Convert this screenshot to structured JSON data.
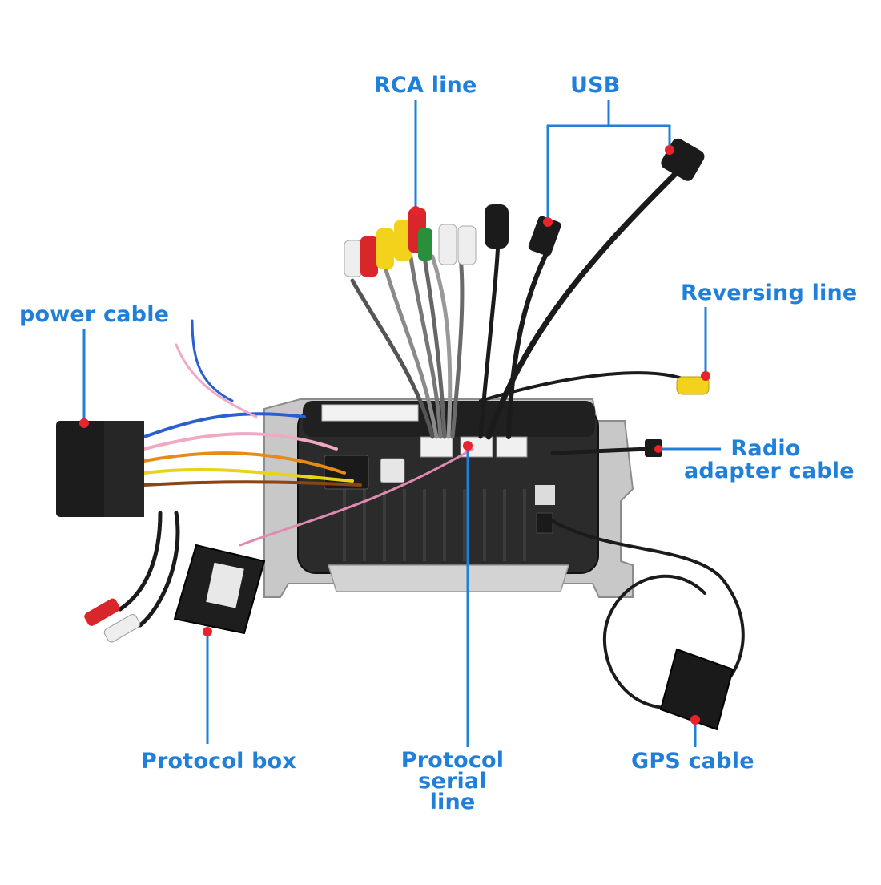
{
  "labels": {
    "rca_line": "RCA line",
    "usb": "USB",
    "power_cable": "power cable",
    "reversing_line": "Reversing line",
    "radio_adapter_cable_line1": "Radio",
    "radio_adapter_cable_line2": "adapter cable",
    "protocol_box": "Protocol box",
    "protocol_serial_line_line1": "Protocol serial",
    "protocol_serial_line_line2": "line",
    "gps_cable": "GPS cable"
  },
  "colors": {
    "label_text": "#1f7fd9",
    "leader_line": "#1f7fd9",
    "marker_dot": "#e8232b",
    "cable_black": "#1b1b1b",
    "unit_panel": "#c9c9c9",
    "unit_back": "#2a2a2a",
    "rca_red": "#d9262b",
    "rca_yellow": "#f2d21b",
    "rca_white": "#eeeeee",
    "rca_green": "#2a8f3a"
  }
}
